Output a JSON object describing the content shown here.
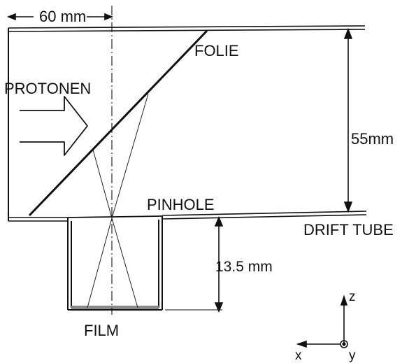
{
  "labels": {
    "width_dim": "60 mm",
    "foil": "FOLIE",
    "protons": "PROTONEN",
    "height_dim": "55mm",
    "pinhole": "PINHOLE",
    "drift_tube": "DRIFT TUBE",
    "depth_dim": "13.5 mm",
    "film": "FILM"
  },
  "axes": {
    "z": "z",
    "x": "x",
    "y": "y"
  }
}
